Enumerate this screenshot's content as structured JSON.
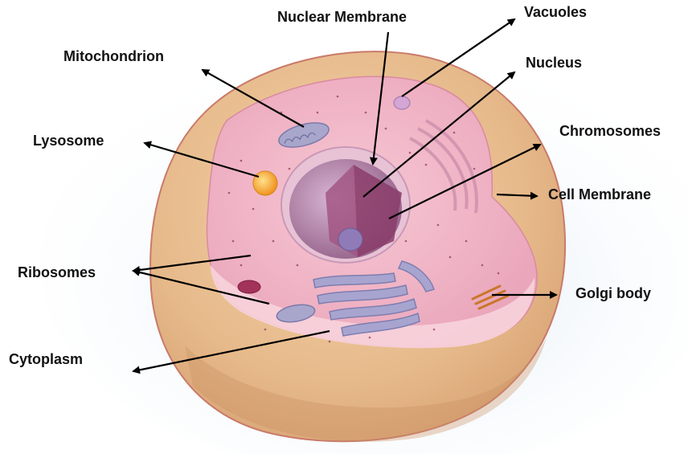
{
  "labels": {
    "nuclear_membrane": "Nuclear Membrane",
    "vacuoles": "Vacuoles",
    "mitochondrion": "Mitochondrion",
    "nucleus": "Nucleus",
    "lysosome": "Lysosome",
    "chromosomes": "Chromosomes",
    "cell_membrane": "Cell Membrane",
    "ribosomes": "Ribosomes",
    "golgi_body": "Golgi body",
    "cytoplasm": "Cytoplasm"
  },
  "colors": {
    "outer_shell": "#e9c294",
    "cytoplasm": "#f2b6c6",
    "nucleus": "#a86a98",
    "chromatin": "#8a3c68",
    "er": "#a7a5cf",
    "lysosome": "#f5a52a",
    "golgi": "#c9772a",
    "arrow": "#000000"
  }
}
